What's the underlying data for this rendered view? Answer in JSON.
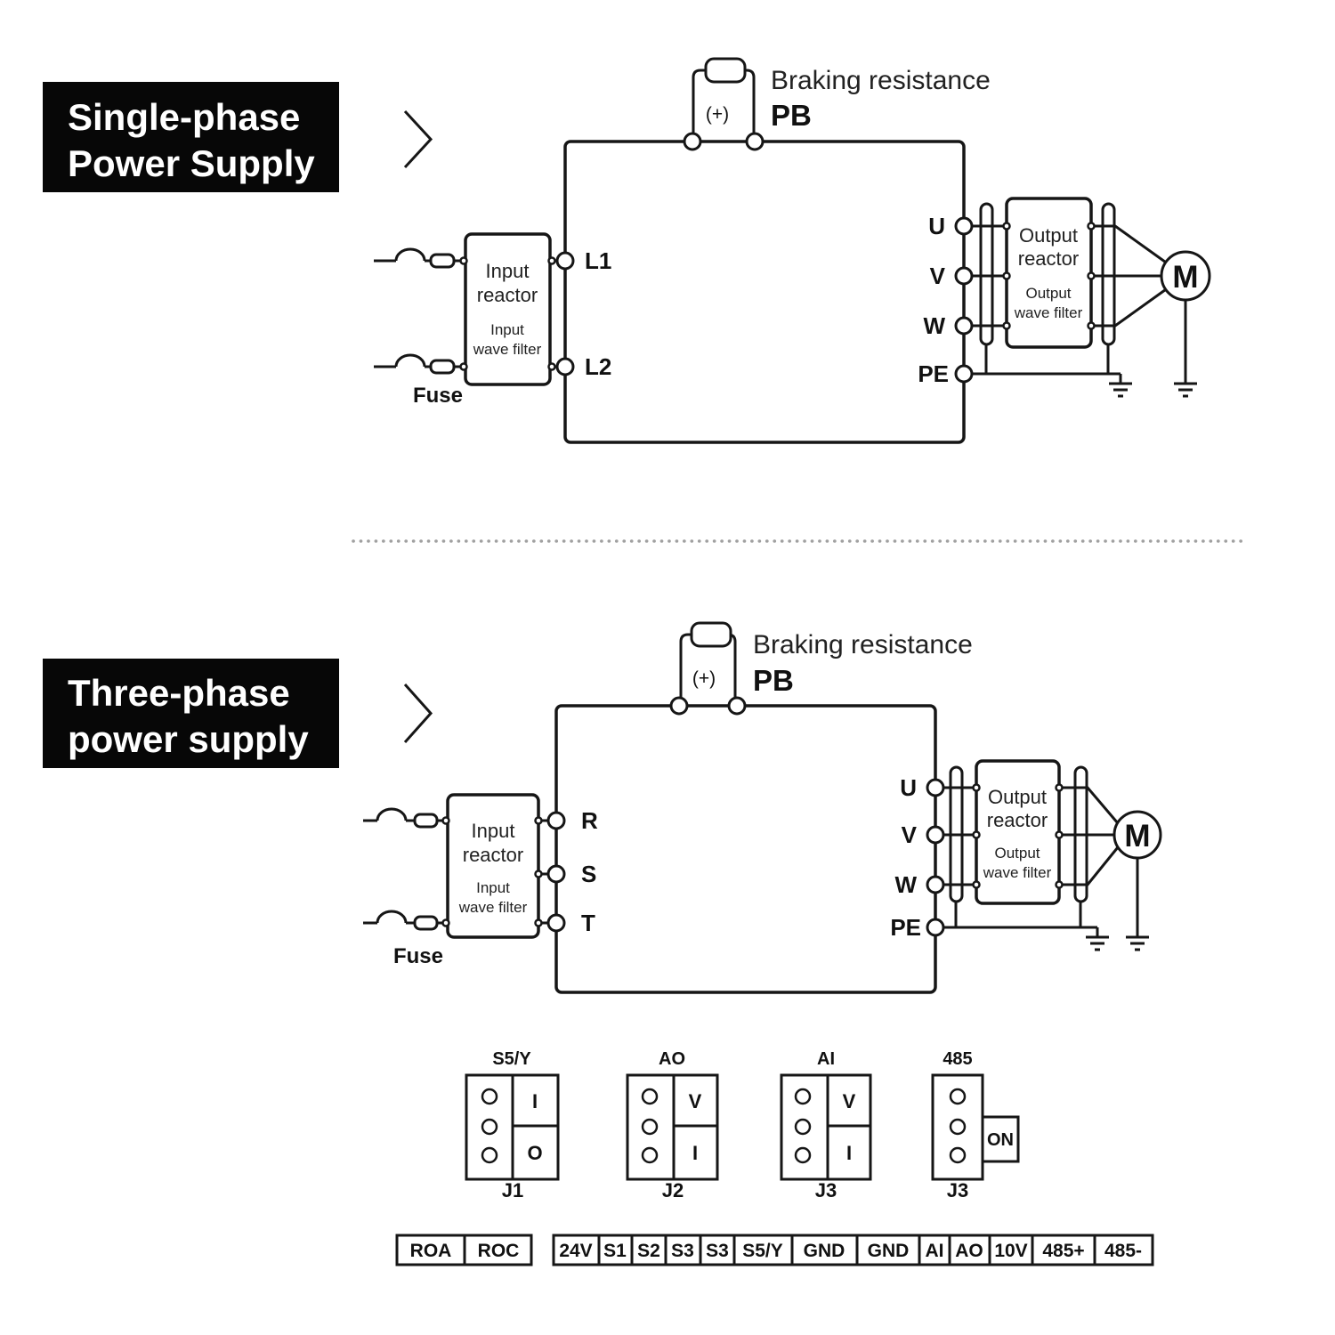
{
  "single_phase": {
    "section_label": [
      "Single-phase",
      "Power Supply"
    ],
    "braking": {
      "title": "Braking resistance",
      "terminal": "PB",
      "polarity": "(+)"
    },
    "input_reactor": {
      "line1": "Input",
      "line2": "reactor",
      "filter1": "Input",
      "filter2": "wave filter"
    },
    "fuse": "Fuse",
    "inputs": [
      "L1",
      "L2"
    ],
    "outputs": [
      "U",
      "V",
      "W",
      "PE"
    ],
    "output_reactor": {
      "line1": "Output",
      "line2": "reactor",
      "filter1": "Output",
      "filter2": "wave filter"
    },
    "motor": "M"
  },
  "three_phase": {
    "section_label": [
      "Three-phase",
      "power supply"
    ],
    "braking": {
      "title": "Braking resistance",
      "terminal": "PB",
      "polarity": "(+)"
    },
    "input_reactor": {
      "line1": "Input",
      "line2": "reactor",
      "filter1": "Input",
      "filter2": "wave filter"
    },
    "fuse": "Fuse",
    "inputs": [
      "R",
      "S",
      "T"
    ],
    "outputs": [
      "U",
      "V",
      "W",
      "PE"
    ],
    "output_reactor": {
      "line1": "Output",
      "line2": "reactor",
      "filter1": "Output",
      "filter2": "wave filter"
    },
    "motor": "M"
  },
  "jumpers": [
    {
      "title": "S5/Y",
      "cells": [
        "I",
        "O"
      ],
      "label": "J1"
    },
    {
      "title": "AO",
      "cells": [
        "V",
        "I"
      ],
      "label": "J2"
    },
    {
      "title": "AI",
      "cells": [
        "V",
        "I"
      ],
      "label": "J3"
    },
    {
      "title": "485",
      "switch": "ON",
      "label": "J3"
    }
  ],
  "terminal_strip": {
    "relay": [
      "ROA",
      "ROC"
    ],
    "control": [
      "24V",
      "S1",
      "S2",
      "S3",
      "S3",
      "S5/Y",
      "GND",
      "GND",
      "AI",
      "AO",
      "10V",
      "485+",
      "485-"
    ]
  },
  "colors": {
    "background": "#ffffff",
    "line": "#161616",
    "divider_dots": "#a0a0a0",
    "label_bg": "#070707",
    "label_text": "#ffffff"
  }
}
